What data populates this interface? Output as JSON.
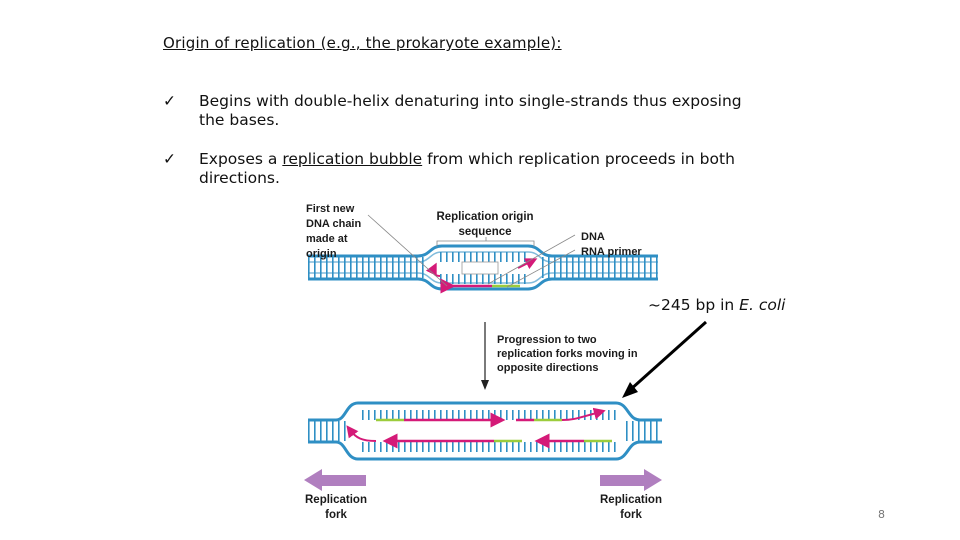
{
  "heading": "Origin of replication (e.g., the prokaryote example):",
  "bullets": [
    {
      "text_line1": "Begins with double-helix denaturing into single-strands thus exposing",
      "text_line2": "the bases."
    },
    {
      "text_before": "Exposes a ",
      "text_underlined": "replication bubble",
      "text_after": " from which replication proceeds in both",
      "text_line2": "directions."
    }
  ],
  "figure": {
    "first_new": [
      "First new",
      "DNA chain",
      "made at",
      "origin"
    ],
    "origin_seq": [
      "Replication origin",
      "sequence"
    ],
    "dna": "DNA",
    "rna_primer": "RNA primer",
    "progression": [
      "Progression to two",
      "replication forks moving in",
      "opposite directions"
    ],
    "fork_left": [
      "Replication",
      "fork"
    ],
    "fork_right": [
      "Replication",
      "fork"
    ]
  },
  "annotation": {
    "prefix": "~245 bp in ",
    "italic": "E. coli"
  },
  "page_number": "8",
  "colors": {
    "dna": "#2f8fc4",
    "new_chain": "#d41a78",
    "primer": "#9ccc3c",
    "fork_arrow": "#b07fbf",
    "arrow": "#000000"
  }
}
